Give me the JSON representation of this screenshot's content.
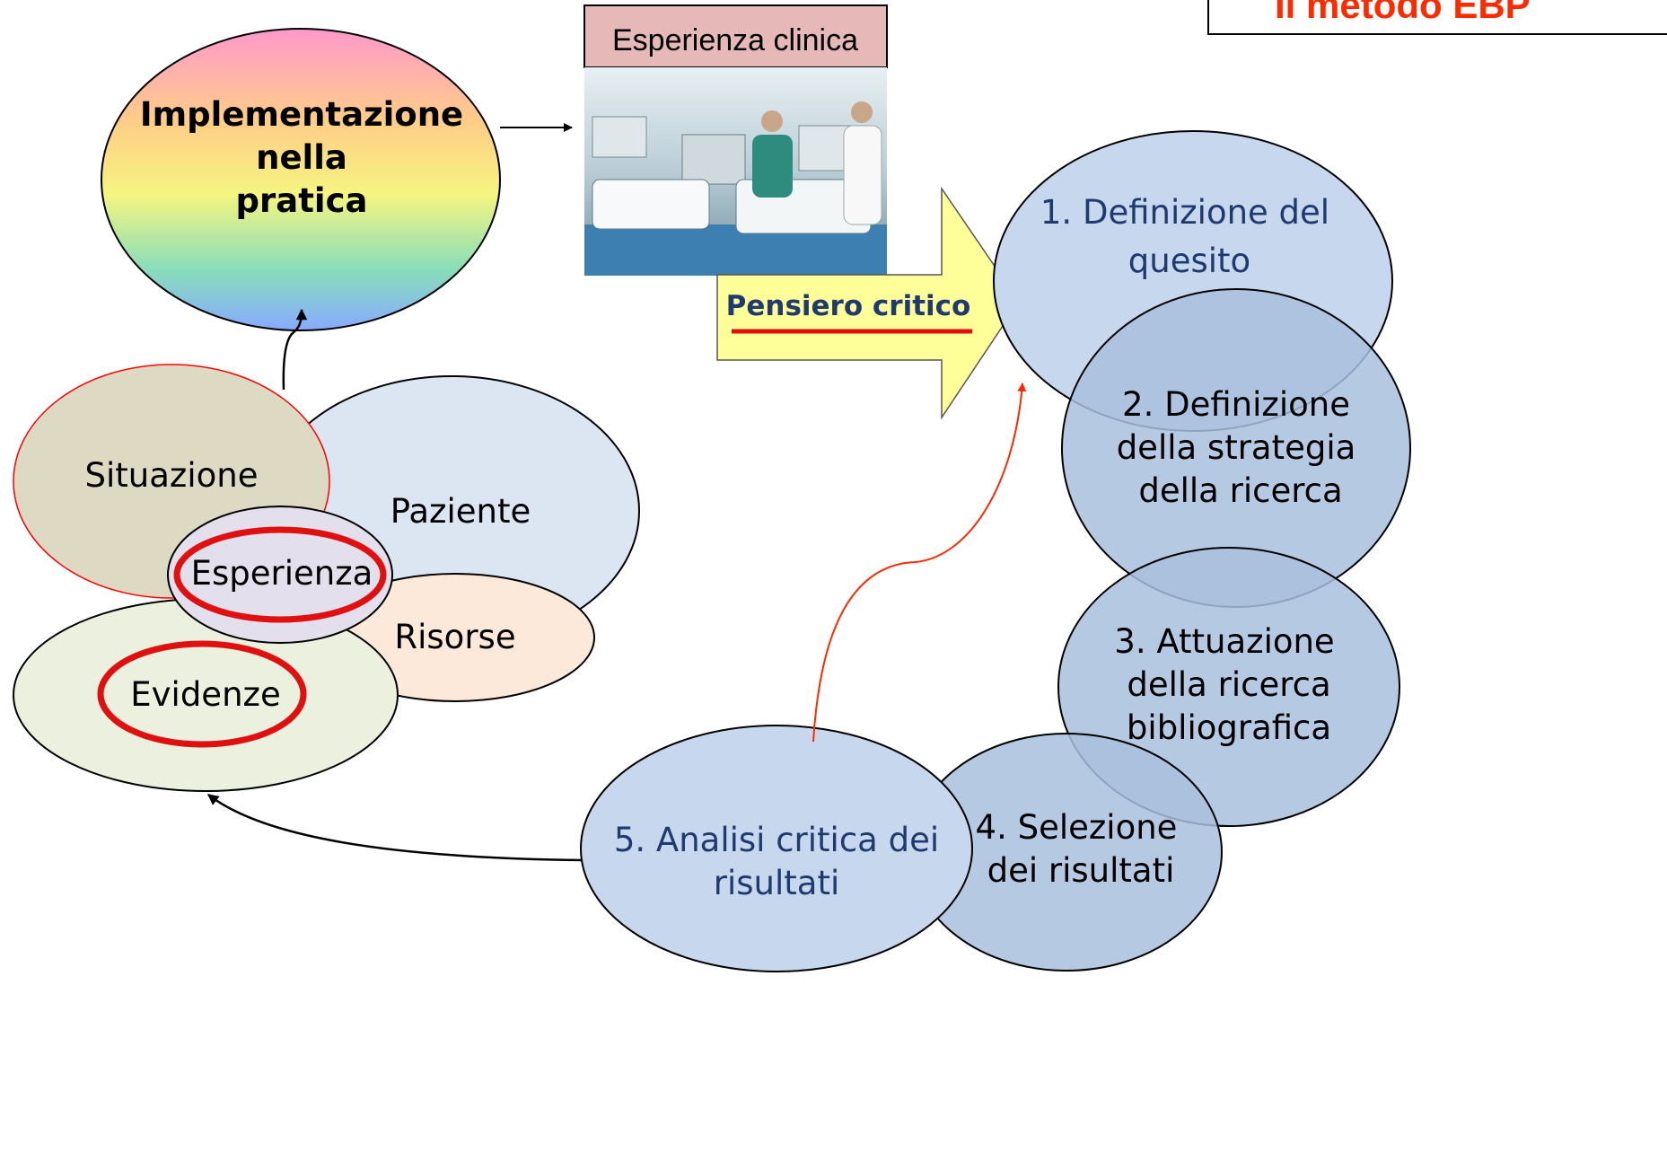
{
  "title": "Il metodo EBP",
  "photo_caption": "Esperienza clinica",
  "critical_thinking": "Pensiero critico",
  "implementation": [
    "Implementazione",
    "nella",
    "pratica"
  ],
  "steps": {
    "s1": [
      "1. Definizione del",
      "quesito"
    ],
    "s2": [
      "2. Definizione",
      "della strategia",
      "della ricerca"
    ],
    "s3": [
      "3. Attuazione",
      "della ricerca",
      "bibliografica"
    ],
    "s4": [
      "4. Selezione",
      "dei risultati"
    ],
    "s5": [
      "5. Analisi critica dei",
      "risultati"
    ]
  },
  "factors": {
    "situazione": "Situazione",
    "paziente": "Paziente",
    "esperienza": "Esperienza",
    "risorse": "Risorse",
    "evidenze": "Evidenze"
  },
  "colors": {
    "title_red": "#ff2a00",
    "highlight_red": "#e01010",
    "step_light": "#c6d7ee",
    "step_dark": "#a9bfdd",
    "arrow_yellow": "#ffff99"
  }
}
